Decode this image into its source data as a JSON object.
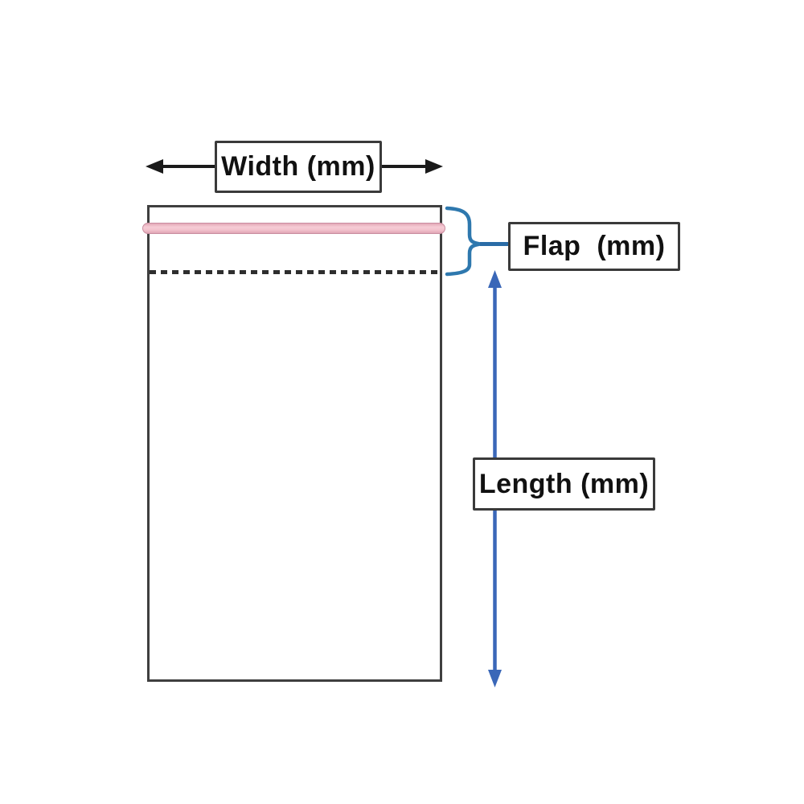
{
  "diagram": {
    "name": "bag-dimension-diagram",
    "labels": {
      "width": "Width (mm)",
      "flap": "Flap  (mm)",
      "length": "Length (mm)"
    },
    "parts": {
      "bag_outline": "resealable bag body",
      "adhesive_strip": "pink self-seal adhesive strip",
      "fold_line": "dotted flap fold line"
    },
    "colors": {
      "outline": "#3f3f3f",
      "black_arrow": "#1a1a1a",
      "brace_blue": "#2e78ae",
      "connector_blue": "#2a6ca6",
      "length_arrow_blue": "#3a67b8",
      "strip_pink": "#f3c2cd",
      "strip_border_pink": "#c98ea0",
      "dotted_line": "#2e2e2e",
      "box_border": "#3a3a3a",
      "text": "#111111"
    }
  }
}
